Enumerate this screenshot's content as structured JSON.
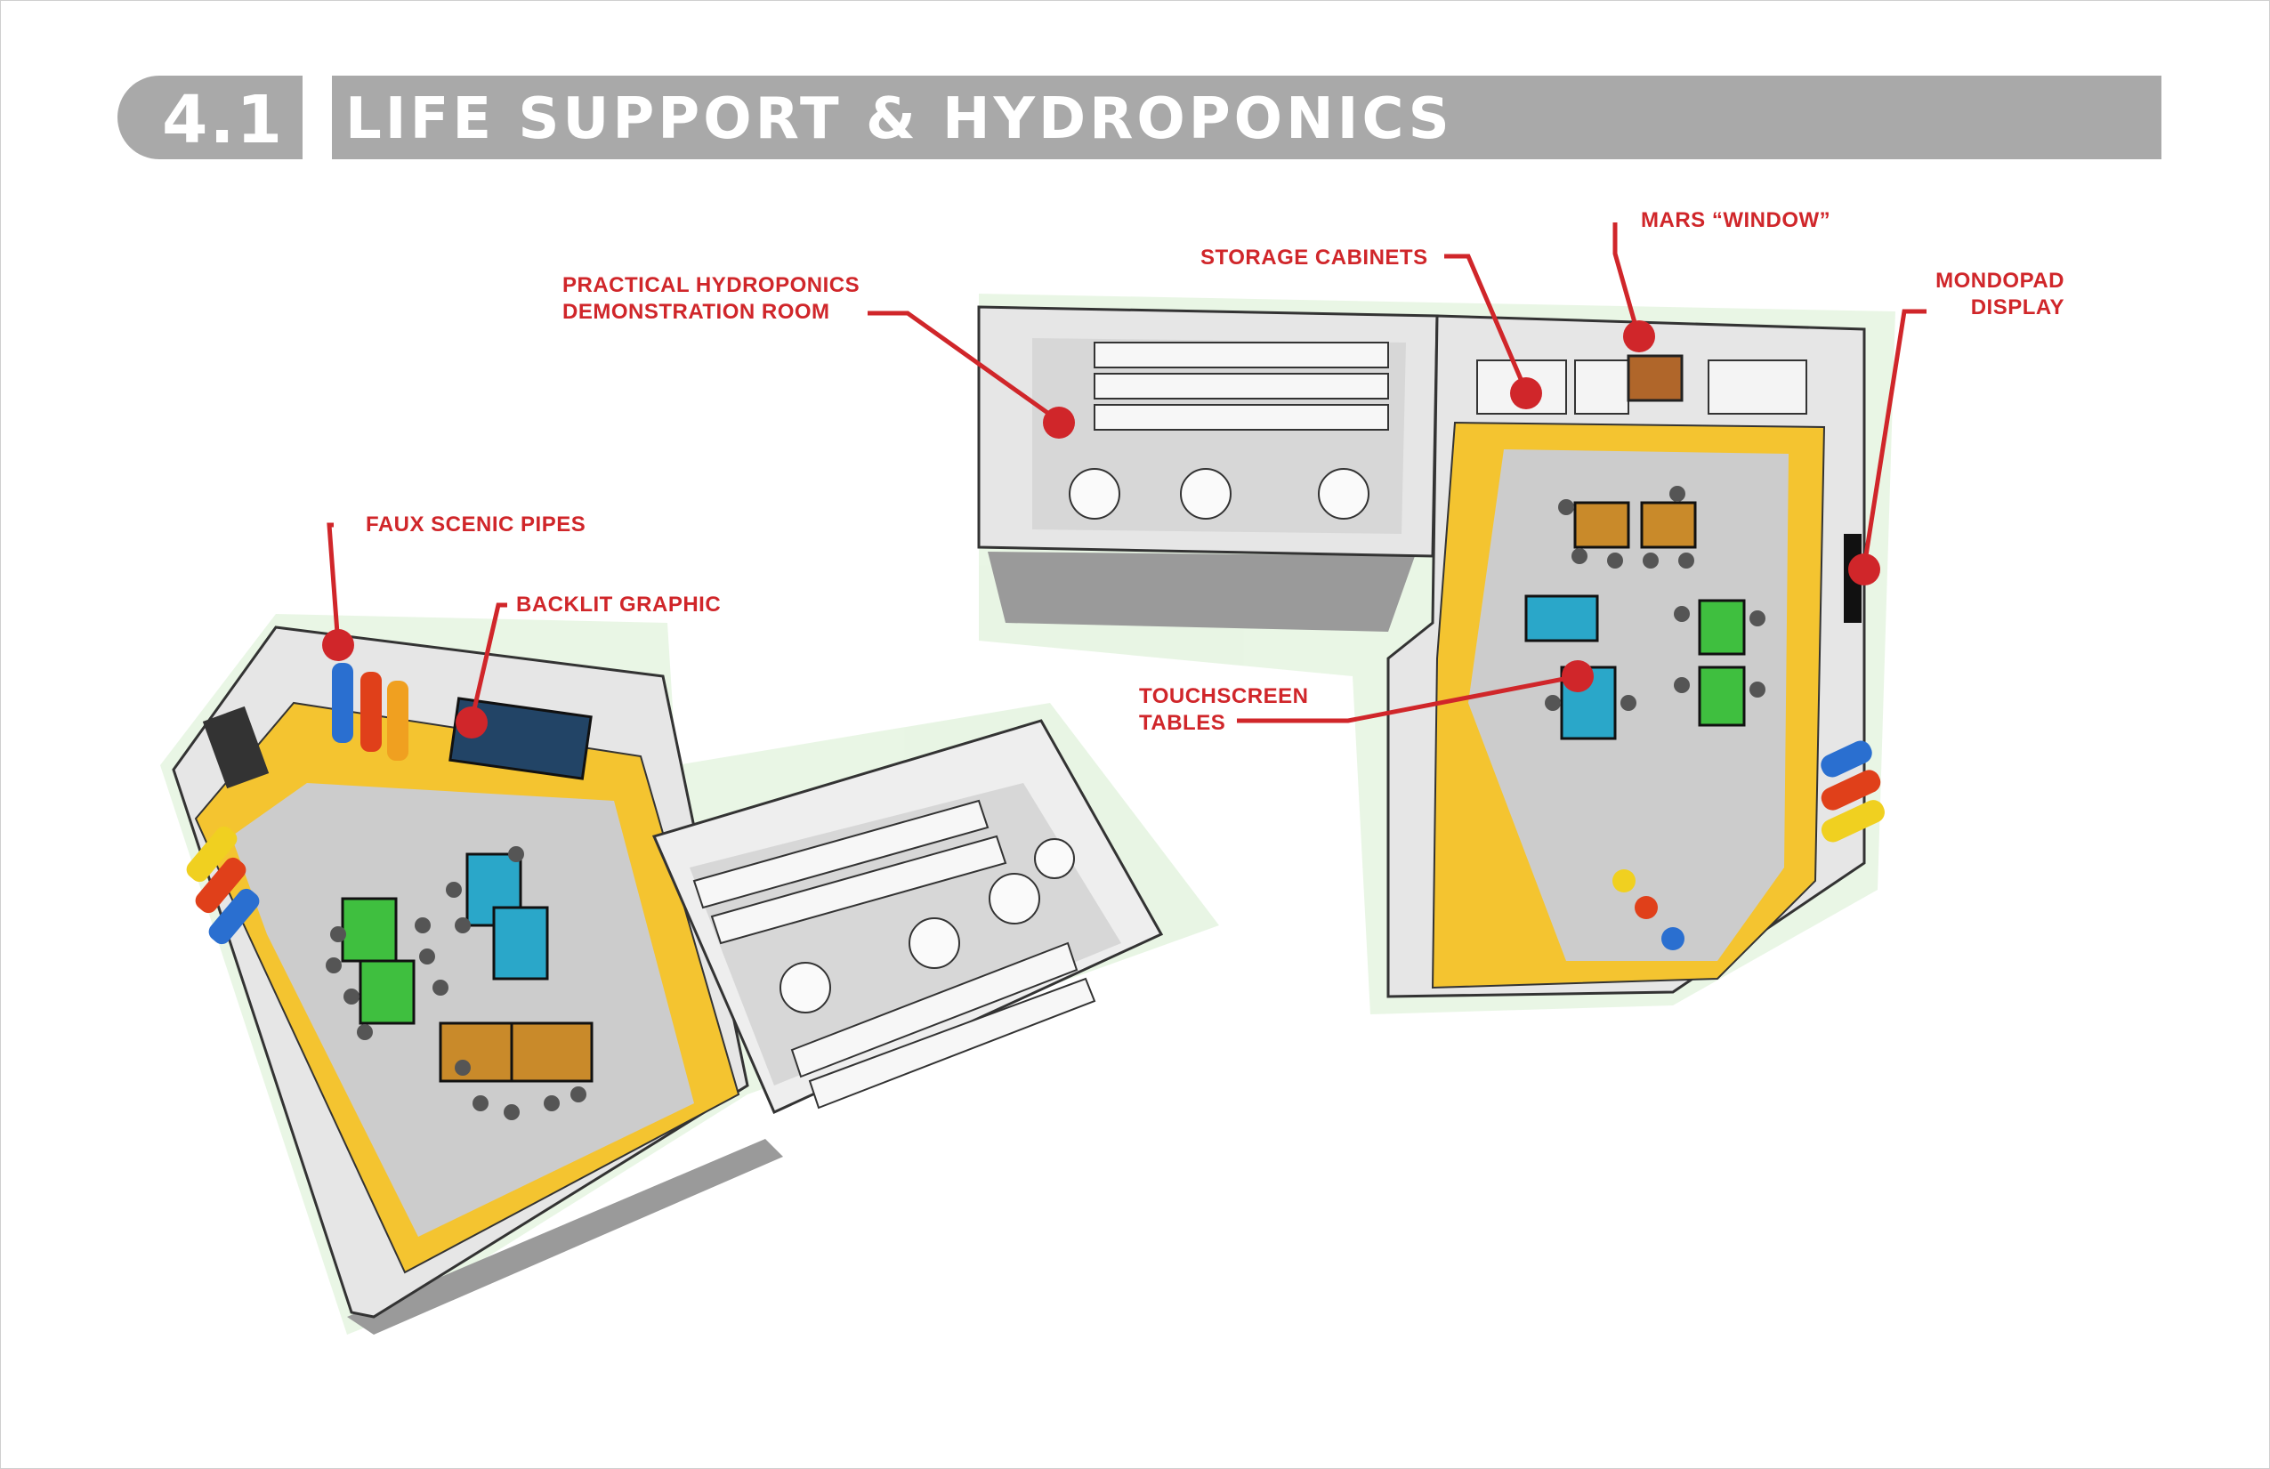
{
  "header": {
    "section_number": "4.1",
    "title": "LIFE SUPPORT & HYDROPONICS"
  },
  "callouts": {
    "practical_hydroponics": [
      "PRACTICAL HYDROPONICS",
      "DEMONSTRATION ROOM"
    ],
    "storage_cabinets": "STORAGE CABINETS",
    "mars_window": "MARS “WINDOW”",
    "mondopad": [
      "MONDOPAD",
      "DISPLAY"
    ],
    "faux_pipes": "FAUX SCENIC PIPES",
    "backlit_graphic": "BACKLIT GRAPHIC",
    "touchscreen_tables": [
      "TOUCHSCREEN",
      "TABLES"
    ]
  },
  "colors": {
    "header_gray": "#a9a9a9",
    "callout_red": "#d0262a",
    "floor_yellow": "#f4c430",
    "floor_gray": "#c9c9c9",
    "wall_gray": "#e3e3e3",
    "table_green": "#3fbf3f",
    "table_cyan": "#2aa7c9",
    "table_orange": "#c98a2a",
    "pipe_blue": "#2a6fd0",
    "pipe_red": "#e0401a",
    "pipe_yellow": "#f0d020",
    "floor_glow": "#d8f0d0"
  }
}
